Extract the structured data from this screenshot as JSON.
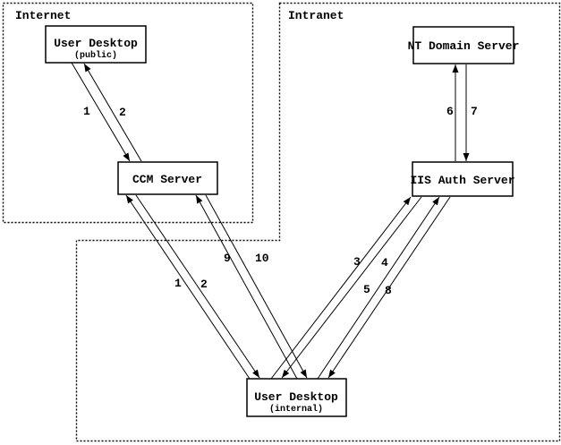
{
  "page": {
    "background": "#ffffff",
    "line_color": "#000000"
  },
  "zones": {
    "internet": {
      "label": "Internet"
    },
    "intranet": {
      "label": "Intranet"
    }
  },
  "nodes": {
    "user_desktop_public": {
      "label": "User Desktop",
      "sublabel": "(public)"
    },
    "ccm_server": {
      "label": "CCM Server"
    },
    "nt_domain_server": {
      "label": "NT Domain Server"
    },
    "iis_auth_server": {
      "label": "IIS Auth Server"
    },
    "user_desktop_internal": {
      "label": "User Desktop",
      "sublabel": "(internal)"
    }
  },
  "edges": [
    {
      "id": "step1-public",
      "label": "1",
      "from": "user_desktop_public",
      "to": "ccm_server"
    },
    {
      "id": "step2-public",
      "label": "2",
      "from": "ccm_server",
      "to": "user_desktop_public"
    },
    {
      "id": "step1-internal",
      "label": "1",
      "from": "user_desktop_internal",
      "to": "ccm_server"
    },
    {
      "id": "step2-internal",
      "label": "2",
      "from": "ccm_server",
      "to": "user_desktop_internal"
    },
    {
      "id": "step9",
      "label": "9",
      "from": "user_desktop_internal",
      "to": "ccm_server"
    },
    {
      "id": "step10",
      "label": "10",
      "from": "ccm_server",
      "to": "user_desktop_internal"
    },
    {
      "id": "step3",
      "label": "3",
      "from": "user_desktop_internal",
      "to": "iis_auth_server"
    },
    {
      "id": "step4",
      "label": "4",
      "from": "iis_auth_server",
      "to": "user_desktop_internal"
    },
    {
      "id": "step5",
      "label": "5",
      "from": "user_desktop_internal",
      "to": "iis_auth_server"
    },
    {
      "id": "step8",
      "label": "8",
      "from": "iis_auth_server",
      "to": "user_desktop_internal"
    },
    {
      "id": "step6",
      "label": "6",
      "from": "iis_auth_server",
      "to": "nt_domain_server"
    },
    {
      "id": "step7",
      "label": "7",
      "from": "nt_domain_server",
      "to": "iis_auth_server"
    }
  ]
}
